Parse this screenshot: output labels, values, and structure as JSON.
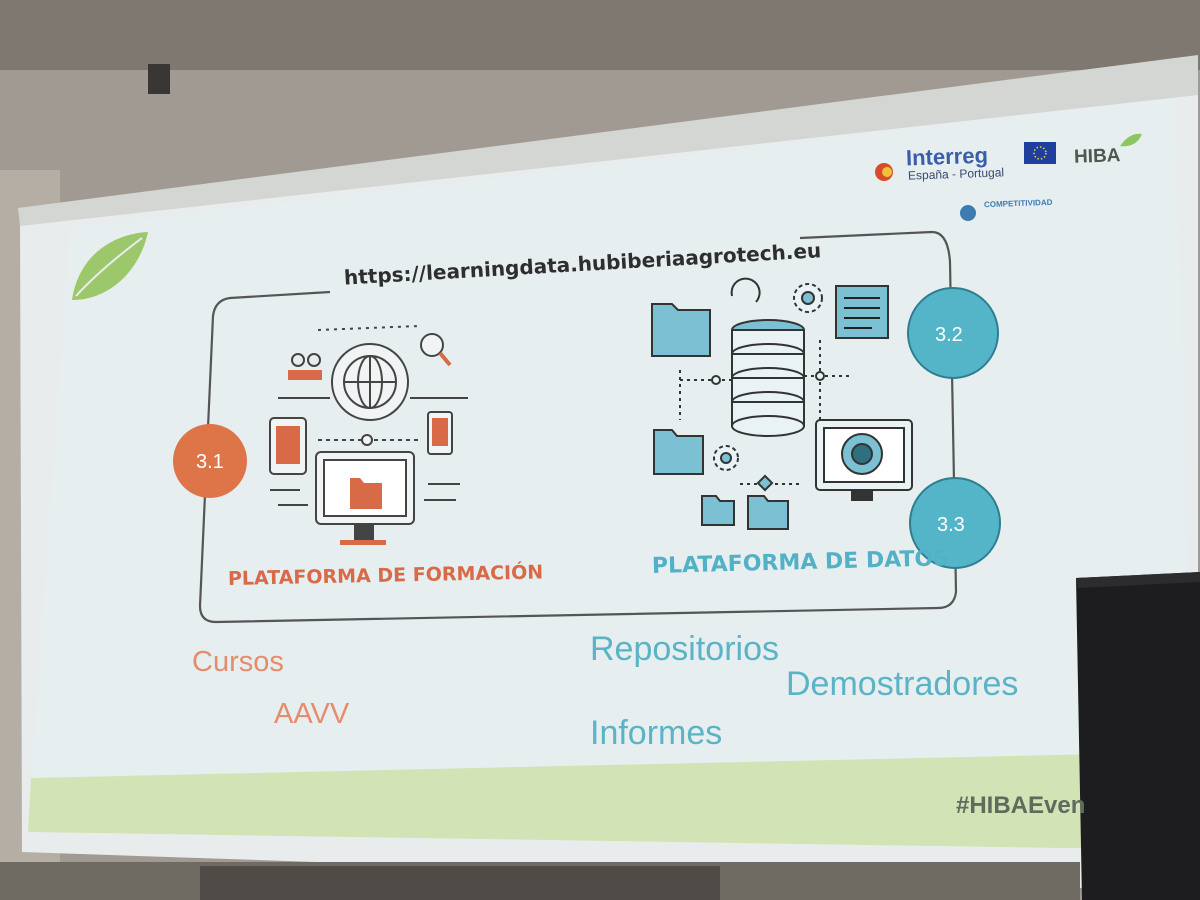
{
  "slide": {
    "url": "https://learningdata.hubiberiaagrotech.eu",
    "logos": {
      "interreg": "Interreg",
      "interreg_subtitle": "España - Portugal",
      "hiba": "HIBA",
      "competitividad": "COMPETITIVIDAD"
    },
    "platforms": {
      "training": "PLATAFORMA DE FORMACIÓN",
      "data": "PLATAFORMA DE DATOS"
    },
    "badges": [
      "3.1",
      "3.2",
      "3.3"
    ],
    "training_items": [
      "Cursos",
      "AAVV"
    ],
    "data_items": [
      "Repositorios",
      "Demostradores",
      "Informes"
    ],
    "hashtag": "#HIBAEven"
  },
  "colors": {
    "orange": "#d96a47",
    "teal": "#52b1c6",
    "slide_bg": "#e6eef0",
    "footer_green": "#d2e3b6"
  }
}
